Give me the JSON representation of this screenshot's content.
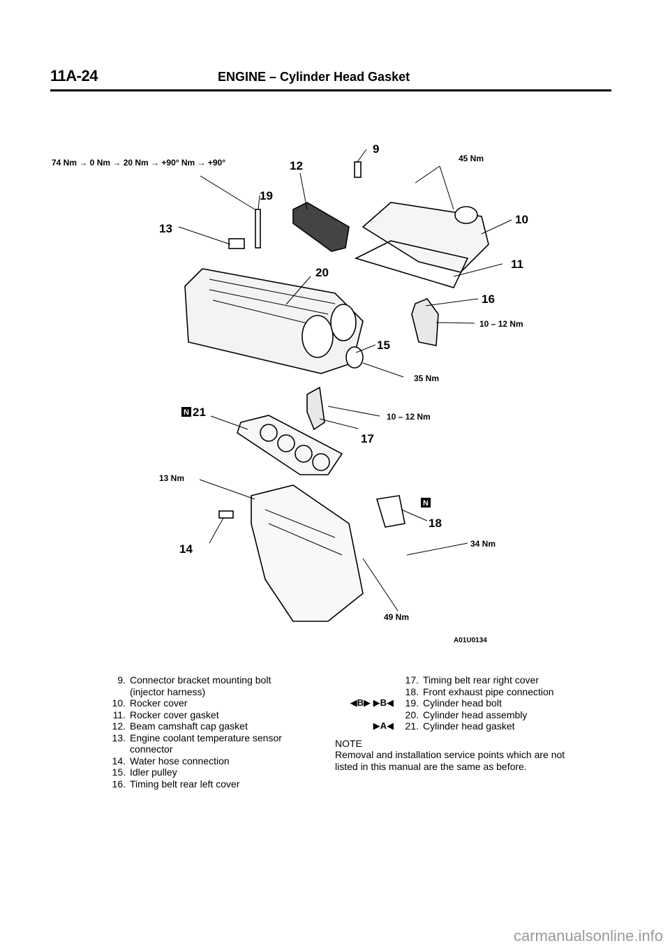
{
  "header": {
    "page_number": "11A-24",
    "title": "ENGINE – Cylinder Head Gasket"
  },
  "diagram": {
    "figure_id": "A01U0134",
    "callouts": {
      "c9": "9",
      "c10": "10",
      "c11": "11",
      "c12": "12",
      "c13": "13",
      "c14": "14",
      "c15": "15",
      "c16": "16",
      "c17": "17",
      "c18": "18",
      "c19": "19",
      "c20": "20",
      "c21": "21"
    },
    "torque": {
      "head_bolt_sequence": "74 Nm → 0 Nm → 20 Nm → +90° Nm → +90°",
      "rocker_cover": "45 Nm",
      "rear_right_cover": "10 – 12 Nm",
      "idler_pulley": "35 Nm",
      "rear_left_cover": "10 – 12 Nm",
      "water_hose": "13 Nm",
      "exhaust_connection": "34 Nm",
      "lower_bolt": "49 Nm"
    },
    "new_part_mark": "N"
  },
  "legend": {
    "left": [
      {
        "num": "9.",
        "text": "Connector bracket mounting bolt"
      },
      {
        "num": "",
        "text": "(injector harness)"
      },
      {
        "num": "10.",
        "text": "Rocker cover"
      },
      {
        "num": "11.",
        "text": "Rocker cover gasket"
      },
      {
        "num": "12.",
        "text": "Beam camshaft cap gasket"
      },
      {
        "num": "13.",
        "text": "Engine coolant temperature sensor"
      },
      {
        "num": "",
        "text": "connector"
      },
      {
        "num": "14.",
        "text": "Water hose connection"
      },
      {
        "num": "15.",
        "text": "Idler pulley"
      },
      {
        "num": "16.",
        "text": "Timing belt rear left cover"
      }
    ],
    "right": [
      {
        "sym": "",
        "num": "17.",
        "text": "Timing belt rear right cover"
      },
      {
        "sym": "",
        "num": "18.",
        "text": "Front exhaust pipe connection"
      },
      {
        "sym": "◀B▶ ▶B◀",
        "num": "19.",
        "text": "Cylinder head bolt"
      },
      {
        "sym": "",
        "num": "20.",
        "text": "Cylinder head assembly"
      },
      {
        "sym": "▶A◀",
        "num": "21.",
        "text": "Cylinder head gasket"
      }
    ],
    "note_title": "NOTE",
    "note_text": [
      "Removal and installation service points which are not",
      "listed in this manual are the same as before."
    ]
  },
  "footer": {
    "url": "carmanualsonline.info"
  }
}
